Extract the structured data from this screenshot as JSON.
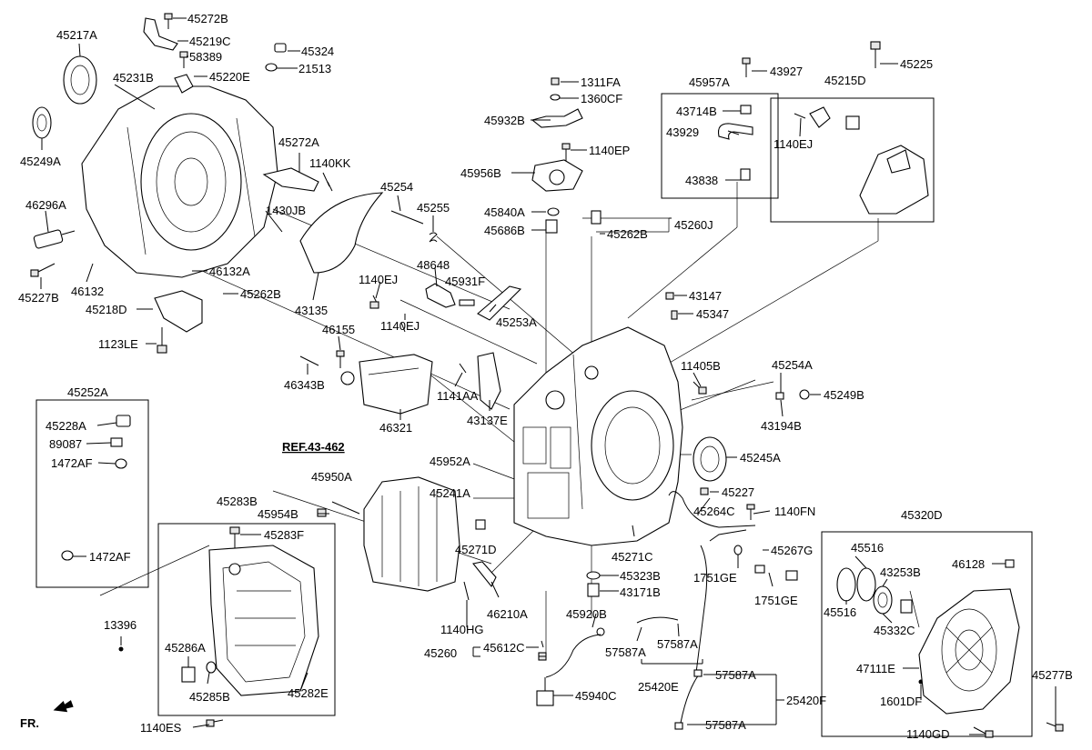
{
  "ref_label": "REF.43-462",
  "fr_label": "FR.",
  "labels": {
    "45217A": "45217A",
    "45272B": "45272B",
    "45219C": "45219C",
    "58389": "58389",
    "45220E": "45220E",
    "45324": "45324",
    "21513": "21513",
    "45231B": "45231B",
    "45249A": "45249A",
    "46296A": "46296A",
    "45227B": "45227B",
    "46132": "46132",
    "45218D": "45218D",
    "1123LE": "1123LE",
    "45272A": "45272A",
    "1140KK": "1140KK",
    "1430JB": "1430JB",
    "46132A": "46132A",
    "45262B_a": "45262B",
    "43135": "43135",
    "1140EJ_a": "1140EJ",
    "45254": "45254",
    "45255": "45255",
    "48648": "48648",
    "45931F": "45931F",
    "1140EJ_b": "1140EJ",
    "45253A": "45253A",
    "1311FA": "1311FA",
    "1360CF": "1360CF",
    "45932B": "45932B",
    "1140EP": "1140EP",
    "45956B": "45956B",
    "45840A": "45840A",
    "45686B": "45686B",
    "45262B_b": "45262B",
    "45260J": "45260J",
    "45957A": "45957A",
    "43927": "43927",
    "43714B": "43714B",
    "43929": "43929",
    "43838": "43838",
    "45225": "45225",
    "45215D": "45215D",
    "1140EJ_c": "1140EJ",
    "43147": "43147",
    "45347": "45347",
    "46155": "46155",
    "46343B": "46343B",
    "46321": "46321",
    "1141AA": "1141AA",
    "43137E": "43137E",
    "11405B": "11405B",
    "45254A": "45254A",
    "45249B": "45249B",
    "43194B": "43194B",
    "45245A": "45245A",
    "45227": "45227",
    "45252A": "45252A",
    "45228A": "45228A",
    "89087": "89087",
    "1472AF_a": "1472AF",
    "1472AF_b": "1472AF",
    "45952A": "45952A",
    "45241A": "45241A",
    "45950A": "45950A",
    "45954B": "45954B",
    "45271D": "45271D",
    "45271C": "45271C",
    "45264C": "45264C",
    "1140FN": "1140FN",
    "45267G": "45267G",
    "1751GE_a": "1751GE",
    "1751GE_b": "1751GE",
    "45283B": "45283B",
    "45283F": "45283F",
    "13396": "13396",
    "45286A": "45286A",
    "45285B": "45285B",
    "45282E": "45282E",
    "1140ES": "1140ES",
    "46210A": "46210A",
    "1140HG": "1140HG",
    "45323B": "45323B",
    "43171B": "43171B",
    "45920B": "45920B",
    "45260": "45260",
    "45612C": "45612C",
    "45940C": "45940C",
    "57587A_a": "57587A",
    "57587A_b": "57587A",
    "57587A_c": "57587A",
    "57587A_d": "57587A",
    "25420E": "25420E",
    "25420F": "25420F",
    "45320D": "45320D",
    "45516_a": "45516",
    "45516_b": "45516",
    "43253B": "43253B",
    "46128": "46128",
    "45332C": "45332C",
    "47111E": "47111E",
    "1601DF": "1601DF",
    "45277B": "45277B",
    "1140GD": "1140GD"
  }
}
